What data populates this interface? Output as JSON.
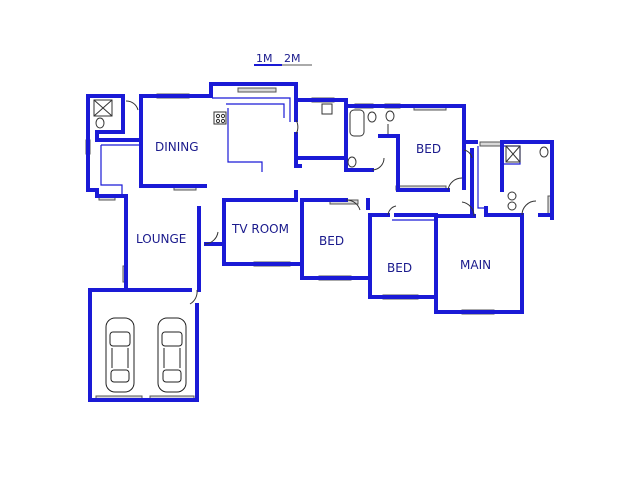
{
  "scale": {
    "label_1": "1M",
    "label_2": "2M"
  },
  "rooms": {
    "dining": "DINING",
    "lounge": "LOUNGE",
    "tv_room": "TV ROOM",
    "bed_1": "BED",
    "bed_2": "BED",
    "bed_3": "BED",
    "main": "MAIN"
  },
  "colors": {
    "wall": "#1a1ad6",
    "label": "#1a1a8c"
  }
}
